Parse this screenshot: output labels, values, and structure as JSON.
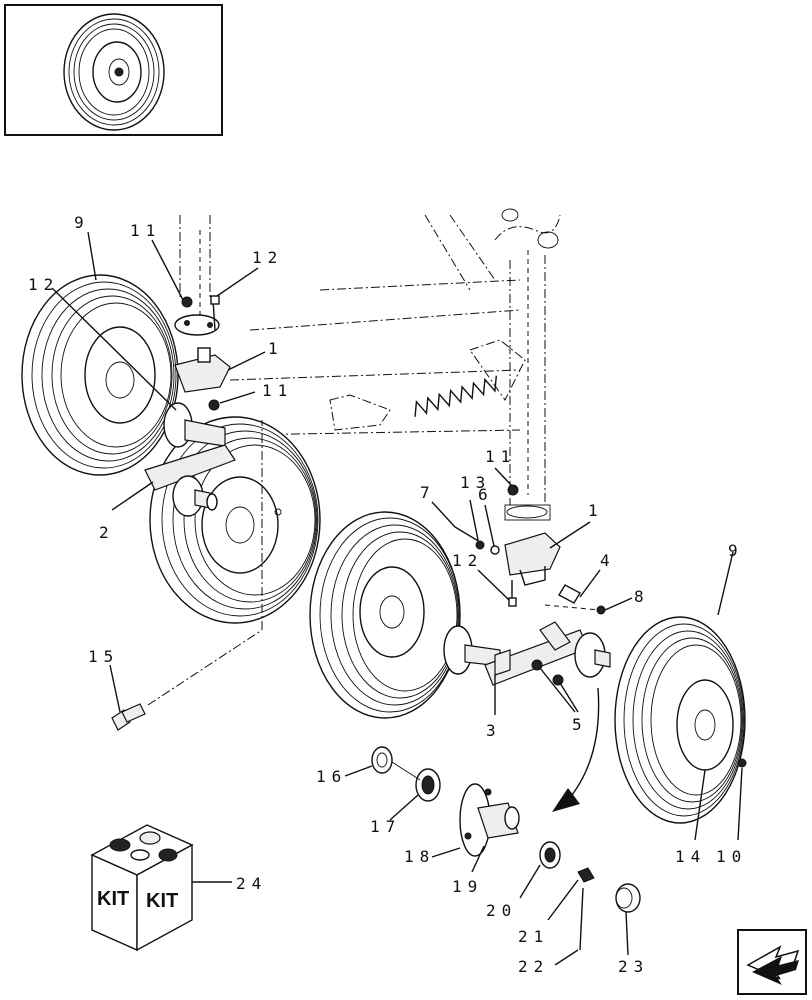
{
  "callouts": {
    "c1a": "1",
    "c1b": "1",
    "c2": "2",
    "c3": "3",
    "c4": "4",
    "c5": "5",
    "c6": "6",
    "c7": "7",
    "c8": "8",
    "c9a": "9",
    "c9b": "9",
    "c10": "10",
    "c11a": "11",
    "c11b": "11",
    "c11c": "11",
    "c12a": "12",
    "c12b": "12",
    "c12c": "12",
    "c13": "13",
    "c14": "14",
    "c15": "15",
    "c16": "16",
    "c17": "17",
    "c18": "18",
    "c19": "19",
    "c20": "20",
    "c21": "21",
    "c22": "22",
    "c23": "23",
    "c24": "24"
  },
  "kit_box": {
    "label_left": "KIT",
    "label_right": "KIT"
  },
  "icons": {
    "thumbnail": "tire-wheel-thumbnail",
    "navigation": "next-page-arrow-icon"
  }
}
